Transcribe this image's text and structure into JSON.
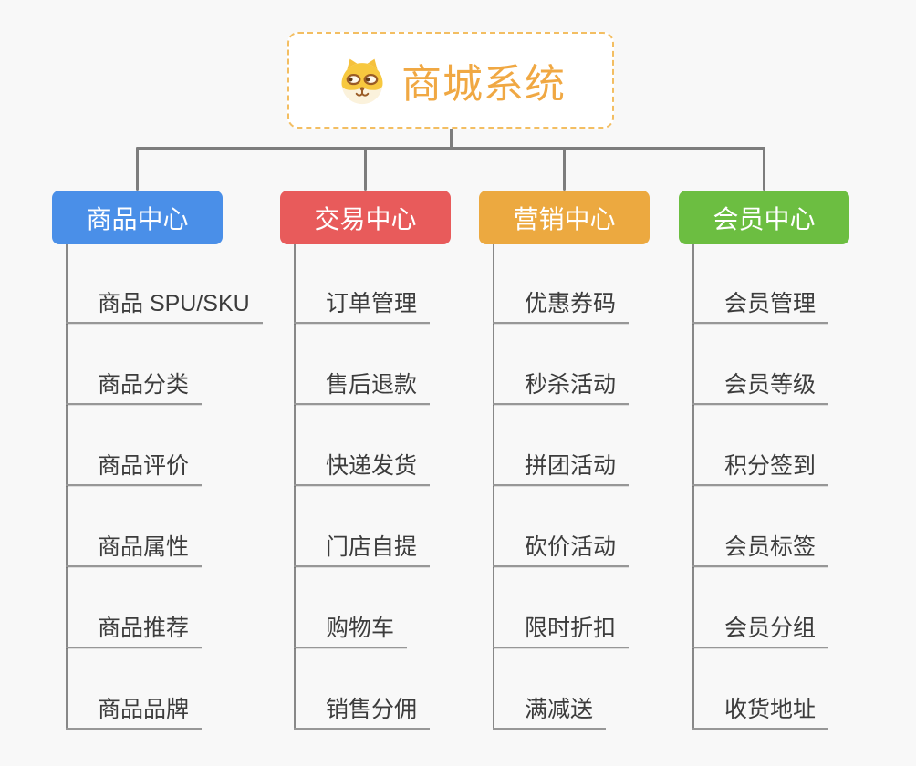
{
  "root": {
    "title": "商城系统",
    "icon": "dog-face-icon",
    "title_color": "#F0A843",
    "border_color": "#F3BE62"
  },
  "connector_color": "#7d7d7d",
  "background_color": "#f8f8f8",
  "branches": [
    {
      "slug": "product-center",
      "label": "商品中心",
      "color": "#4A8FE8",
      "children": [
        "商品 SPU/SKU",
        "商品分类",
        "商品评价",
        "商品属性",
        "商品推荐",
        "商品品牌"
      ]
    },
    {
      "slug": "trade-center",
      "label": "交易中心",
      "color": "#E85B5B",
      "children": [
        "订单管理",
        "售后退款",
        "快递发货",
        "门店自提",
        "购物车",
        "销售分佣"
      ]
    },
    {
      "slug": "marketing-center",
      "label": "营销中心",
      "color": "#ECA940",
      "children": [
        "优惠券码",
        "秒杀活动",
        "拼团活动",
        "砍价活动",
        "限时折扣",
        "满减送"
      ]
    },
    {
      "slug": "member-center",
      "label": "会员中心",
      "color": "#6CBE41",
      "children": [
        "会员管理",
        "会员等级",
        "积分签到",
        "会员标签",
        "会员分组",
        "收货地址"
      ]
    }
  ]
}
